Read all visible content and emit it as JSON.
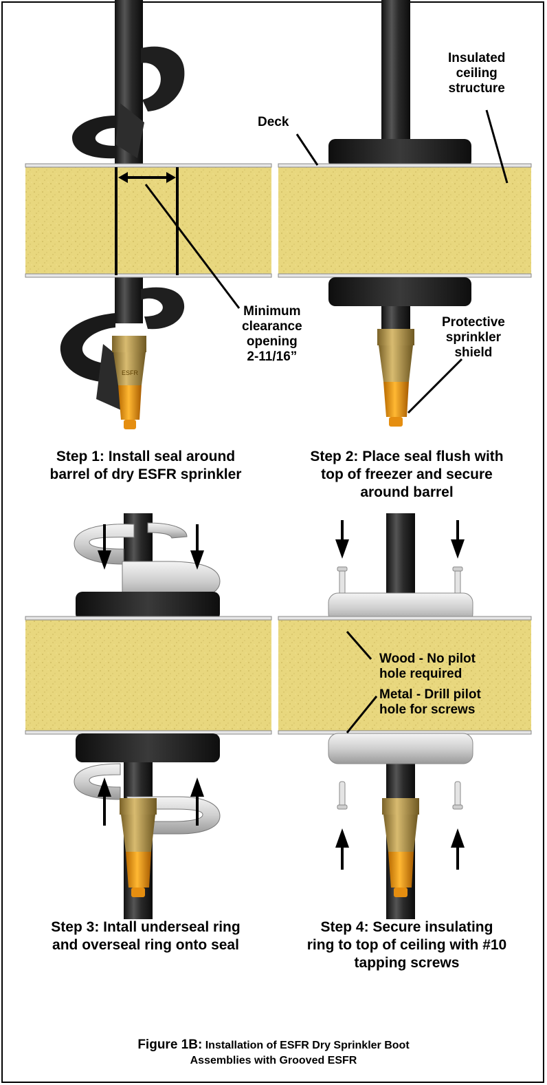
{
  "panel1": {
    "callout_clearance": [
      "Minimum",
      "clearance",
      "opening",
      "2-11/16”"
    ],
    "caption": [
      "Step 1: Install seal around",
      "barrel of dry ESFR sprinkler"
    ]
  },
  "panel2": {
    "callout_insulated": [
      "Insulated",
      "ceiling",
      "structure"
    ],
    "callout_deck": "Deck",
    "callout_shield": [
      "Protective",
      "sprinkler",
      "shield"
    ],
    "caption": [
      "Step 2: Place seal flush with",
      "top of freezer and secure",
      "around barrel"
    ]
  },
  "panel3": {
    "caption": [
      "Step 3: Intall underseal ring",
      "and overseal ring onto seal"
    ]
  },
  "panel4": {
    "callout_wood": [
      "Wood - No pilot",
      "hole required"
    ],
    "callout_metal": [
      "Metal - Drill pilot",
      "hole for screws"
    ],
    "caption": [
      "Step 4: Secure insulating",
      "ring to top of ceiling with #10",
      "tapping screws"
    ]
  },
  "figure": {
    "label": "Figure 1B:",
    "text_line1": " Installation of ESFR Dry Sprinkler Boot",
    "text_line2": "Assemblies with Grooved ESFR"
  },
  "sprinkler_label": "ESFR",
  "colors": {
    "insulation": "#e8d77e",
    "pipe": "#2a2a2a",
    "seal": "#1e1e1e",
    "brass": "#b99a52",
    "head": "#f2a21a",
    "ring": "#d9d9d9"
  }
}
